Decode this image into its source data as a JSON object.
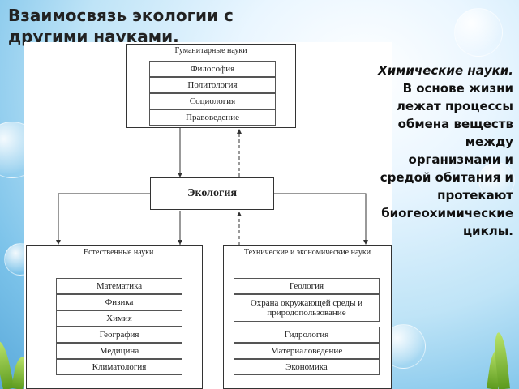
{
  "slide": {
    "title": "Взаимосвязь экологии с другими науками."
  },
  "diagram": {
    "humanities": {
      "title": "Гуманитарные науки",
      "items": [
        "Философия",
        "Политология",
        "Социология",
        "Правоведение"
      ]
    },
    "center": "Экология",
    "natural": {
      "title": "Естественные науки",
      "items": [
        "Математика",
        "Физика",
        "Химия",
        "География",
        "Медицина",
        "Климатология"
      ]
    },
    "technical": {
      "title": "Технические и экономические науки",
      "items": [
        "Геология",
        "Охрана окружающей среды и природопользование",
        "Гидрология",
        "Материаловедение",
        "Экономика"
      ]
    }
  },
  "side": {
    "heading": "Химические науки.",
    "body": "В основе жизни лежат процессы обмена веществ между организмами и средой обитания и протекают биогеохимические циклы."
  }
}
